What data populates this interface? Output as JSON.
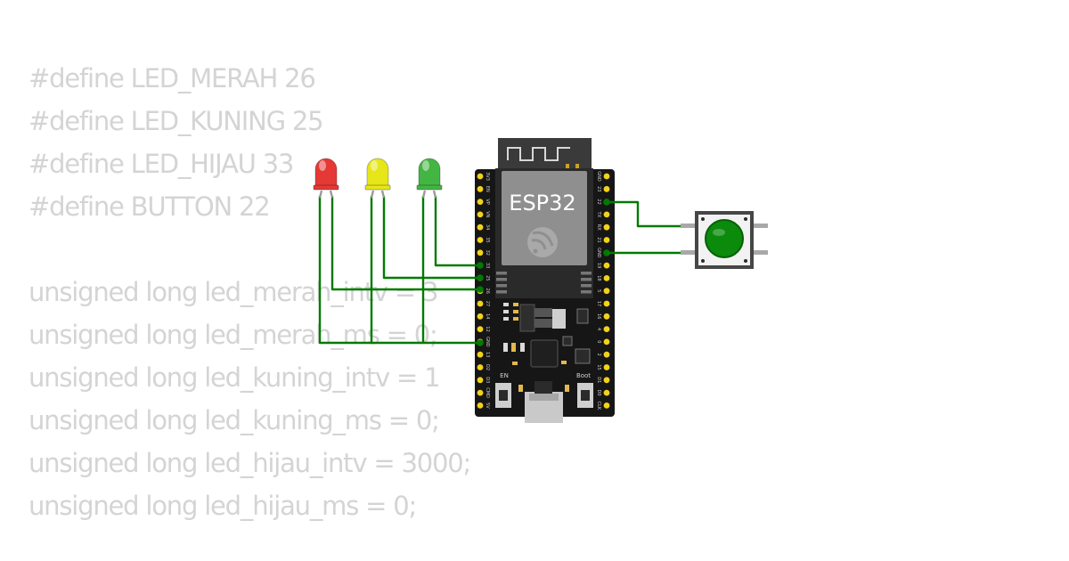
{
  "code_lines": [
    "#define LED_MERAH 26",
    "#define LED_KUNING 25",
    "#define LED_HIJAU 33",
    "#define BUTTON 22",
    "",
    "unsigned long led_merah_intv = 3",
    "unsigned long led_merah_ms = 0;",
    "unsigned long led_kuning_intv = 1",
    "unsigned long led_kuning_ms = 0;",
    "unsigned long led_hijau_intv = 3000;",
    "unsigned long led_hijau_ms = 0;"
  ],
  "board": {
    "chip_label": "ESP32",
    "en_label": "EN",
    "boot_label": "Boot",
    "left_pins": [
      "3V3",
      "EN",
      "VP",
      "VN",
      "34",
      "35",
      "32",
      "33",
      "25",
      "26",
      "27",
      "14",
      "12",
      "GND",
      "13",
      "D2",
      "D3",
      "CMD",
      "5V"
    ],
    "right_pins": [
      "GND",
      "23",
      "22",
      "TX",
      "RX",
      "21",
      "GND",
      "19",
      "18",
      "5",
      "17",
      "16",
      "4",
      "0",
      "2",
      "15",
      "D1",
      "D0",
      "CLK"
    ]
  },
  "components": {
    "leds": [
      {
        "name": "red",
        "color": "#e53935"
      },
      {
        "name": "yellow",
        "color": "#e6e619"
      },
      {
        "name": "green",
        "color": "#43b543"
      }
    ],
    "button_color": "#0b8a0b",
    "wire_color": "#007a00"
  }
}
